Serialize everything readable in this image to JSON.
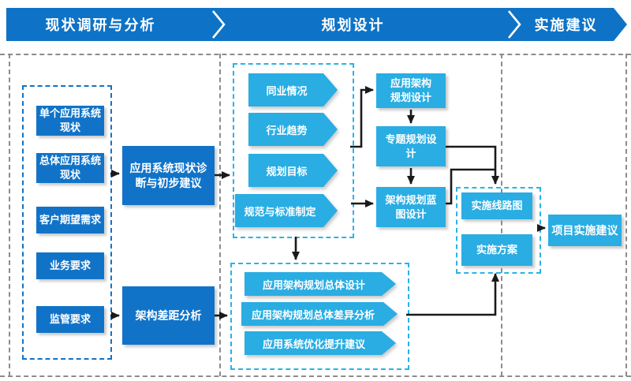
{
  "banner": {
    "phases": [
      "现状调研与分析",
      "规划设计",
      "实施建议"
    ]
  },
  "diagram": {
    "phase1": {
      "inputs": [
        "单个应用系统\n现状",
        "总体应用系统\n现状",
        "客户期望需求",
        "业务要求",
        "监管要求"
      ],
      "analysis": [
        "应用系统现状诊\n断与初步建议",
        "架构差距分析"
      ]
    },
    "phase2": {
      "research": [
        "同业情况",
        "行业趋势",
        "规划目标",
        "规范与标准制定"
      ],
      "design": [
        "应用架构\n规划设计",
        "专题规划设\n计",
        "架构规划蓝\n图设计"
      ],
      "outputs": [
        "应用架构规划总体设计",
        "应用架构规划总体差异分析",
        "应用系统优化提升建议"
      ]
    },
    "phase3": {
      "implementation": [
        "实施线路图",
        "实施方案"
      ],
      "final": "项目实施建议"
    }
  },
  "colors": {
    "primary_blue": "#0E73C6",
    "accent_cyan": "#29ADE3",
    "arrow_black": "#1A1A1A",
    "divider_gray": "#8C8C8C"
  }
}
